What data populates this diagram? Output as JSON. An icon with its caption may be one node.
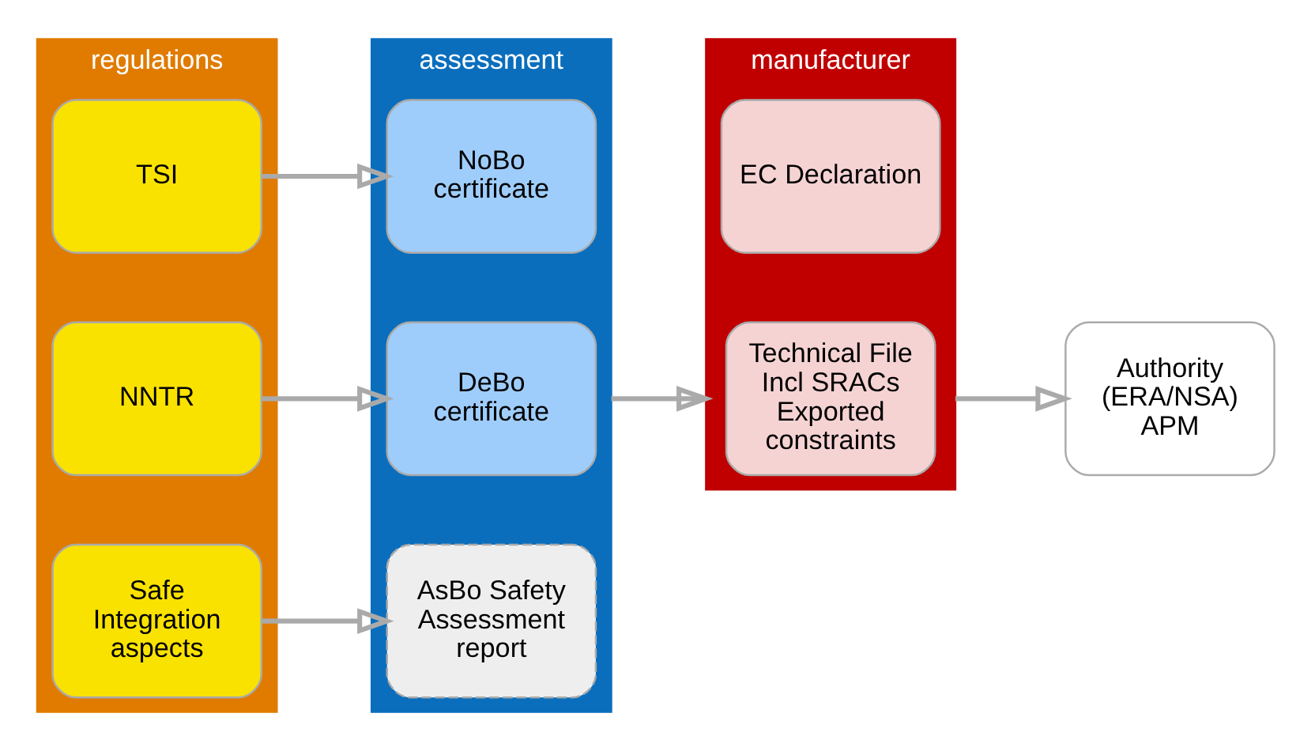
{
  "diagram": {
    "nodes": [
      {
        "text": [
          "regulations"
        ]
      },
      {
        "text": [
          "TSI"
        ],
        "in": 0
      },
      {
        "text": [
          "NNTR"
        ],
        "in": 0
      },
      {
        "text": [
          "Safe Integration aspects"
        ],
        "in": 0
      },
      {
        "text": [
          "assessment"
        ]
      },
      {
        "text": [
          "NoBo certificate"
        ],
        "in": 4
      },
      {
        "text": [
          "DeBo certificate"
        ],
        "in": 4
      },
      {
        "text": [
          "AsBo Safety Assessment report"
        ],
        "in": 4
      },
      {
        "text": [
          "manufacturer"
        ]
      },
      {
        "text": [
          "EC Declaration"
        ],
        "in": 8
      },
      {
        "text": [
          "Technical File Incl SRACs Exported constraints"
        ],
        "in": 8
      },
      {
        "text": [
          "Authority (ERA/NSA)",
          "APM"
        ]
      }
    ],
    "edges": [
      {
        "from": 1,
        "to": 5,
        "arrow": "to"
      },
      {
        "from": 2,
        "to": 6,
        "arrow": "to"
      },
      {
        "from": 3,
        "to": 7,
        "arrow": "to"
      },
      {
        "from": 4,
        "to": 8,
        "arrow": "to"
      },
      {
        "from": 8,
        "to": 11,
        "arrow": "to"
      }
    ]
  }
}
